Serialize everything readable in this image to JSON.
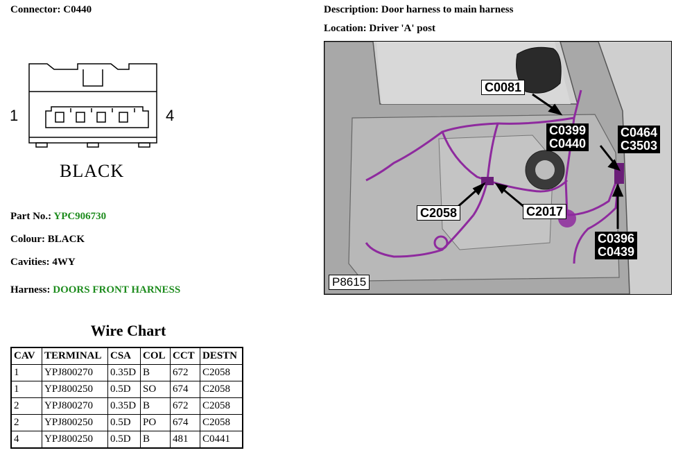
{
  "connector": {
    "heading_label": "Connector:",
    "id": "C0440",
    "pin_left": "1",
    "pin_right": "4",
    "color_caption": "BLACK"
  },
  "description": {
    "label": "Description:",
    "value": "Door harness to main harness"
  },
  "location": {
    "label": "Location:",
    "value": "Driver 'A' post"
  },
  "part": {
    "label": "Part No.:",
    "value": "YPC906730"
  },
  "colour": {
    "label": "Colour:",
    "value": "BLACK"
  },
  "cavities": {
    "label": "Cavities:",
    "value": "4WY"
  },
  "harness": {
    "label": "Harness:",
    "value": "DOORS FRONT HARNESS"
  },
  "colors": {
    "link_green": "#1e8c1e",
    "harness_purple": "#8e2a9e"
  },
  "photo": {
    "figure_id": "P8615",
    "callouts": {
      "c0081": "C0081",
      "c0399": "C0399",
      "c0440": "C0440",
      "c0464": "C0464",
      "c3503": "C3503",
      "c2058": "C2058",
      "c2017": "C2017",
      "c0396": "C0396",
      "c0439": "C0439"
    }
  },
  "wire_chart": {
    "title": "Wire Chart",
    "headers": [
      "CAV",
      "TERMINAL",
      "CSA",
      "COL",
      "CCT",
      "DESTN"
    ],
    "rows": [
      [
        "1",
        "YPJ800270",
        "0.35D",
        "B",
        "672",
        "C2058"
      ],
      [
        "1",
        "YPJ800250",
        "0.5D",
        "SO",
        "674",
        "C2058"
      ],
      [
        "2",
        "YPJ800270",
        "0.35D",
        "B",
        "672",
        "C2058"
      ],
      [
        "2",
        "YPJ800250",
        "0.5D",
        "PO",
        "674",
        "C2058"
      ],
      [
        "4",
        "YPJ800250",
        "0.5D",
        "B",
        "481",
        "C0441"
      ]
    ]
  }
}
